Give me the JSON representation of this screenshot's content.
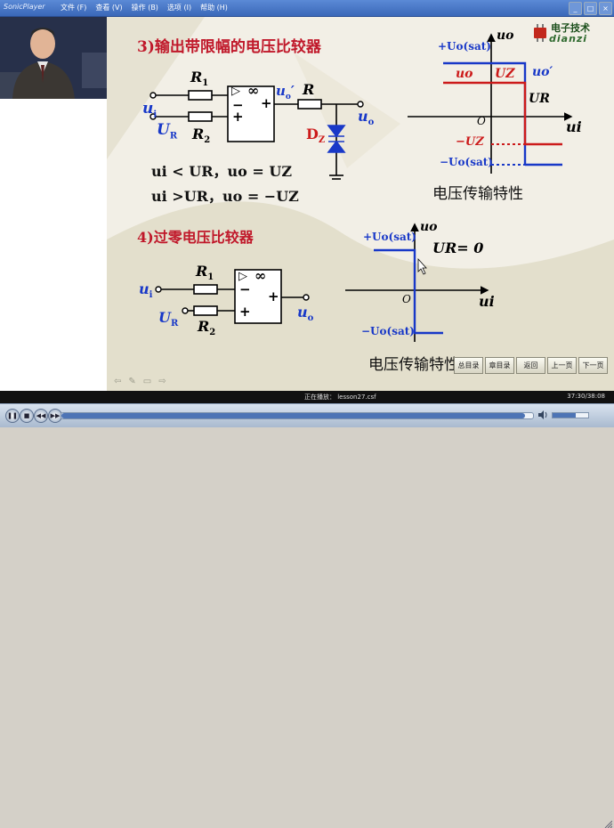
{
  "window": {
    "title": "SonicPlayer",
    "menu": [
      "文件 (F)",
      "查看 (V)",
      "操作 (B)",
      "选项 (I)",
      "帮助 (H)"
    ],
    "buttons": [
      "_",
      "□",
      "×"
    ]
  },
  "logo": {
    "cn": "电子技术",
    "en": "dianzi"
  },
  "slide": {
    "section3": {
      "title": "3)输出带限幅的电压比较器",
      "labels": {
        "r1": "R",
        "r1_sub": "1",
        "r2": "R",
        "r2_sub": "2",
        "ui": "u",
        "ui_sub": "i",
        "ur": "U",
        "ur_sub": "R",
        "uo_prime": "u",
        "uo_prime_sub": "o",
        "prime": "′",
        "r": "R",
        "dz": "D",
        "dz_sub": "Z",
        "uo": "u",
        "uo_sub": "o",
        "inf": "∞",
        "tri": "▷",
        "minus": "−",
        "plus": "+"
      },
      "formula1": "ui < UR，uo = UZ",
      "formula2": "ui >UR，uo = −UZ",
      "graph": {
        "y_axis": "uo",
        "x_axis": "ui",
        "origin": "O",
        "plus_sat": "+Uo(sat)",
        "minus_sat": "−Uo(sat)",
        "uo_label": "uo",
        "uz": "UZ",
        "uo_prime": "uo′",
        "ur": "UR",
        "minus_uz": "−UZ"
      },
      "caption": "电压传输特性"
    },
    "section4": {
      "title": "4)过零电压比较器",
      "labels": {
        "r1": "R",
        "r1_sub": "1",
        "r2": "R",
        "r2_sub": "2",
        "ui": "u",
        "ui_sub": "i",
        "ur": "U",
        "ur_sub": "R",
        "uo": "u",
        "uo_sub": "o",
        "inf": "∞",
        "tri": "▷",
        "minus": "−",
        "plus": "+"
      },
      "graph": {
        "y_axis": "uo",
        "x_axis": "ui",
        "origin": "O",
        "plus_sat": "+Uo(sat)",
        "minus_sat": "−Uo(sat)",
        "ur_zero": "UR= 0"
      },
      "caption": "电压传输特性"
    }
  },
  "slide_nav": [
    "总目录",
    "章目录",
    "返回",
    "上一页",
    "下一页"
  ],
  "slide_tools": [
    "⇦",
    "✎",
    "▭",
    "⇨"
  ],
  "status": {
    "playing": "正在播放： lesson27.csf",
    "time": "37:30/38:08"
  },
  "player": {
    "progress": 0.983,
    "volume": 0.65,
    "controls": [
      "❚❚",
      "■",
      "◀◀",
      "▶▶"
    ]
  },
  "colors": {
    "red": "#cc1a1a",
    "blue": "#1838c8",
    "title_red": "#c0182a"
  }
}
